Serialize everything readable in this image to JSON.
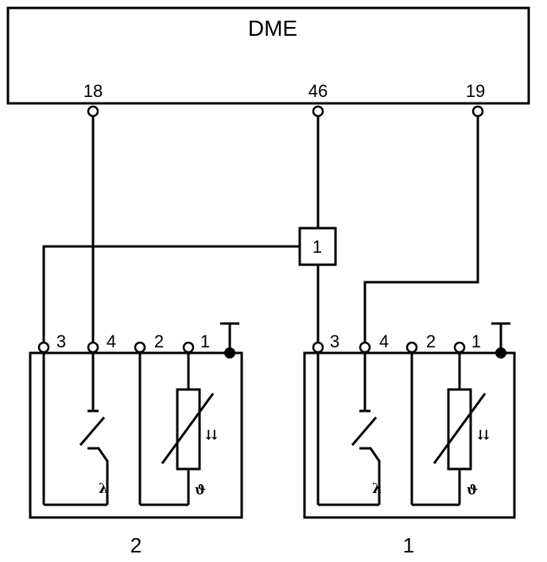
{
  "dme": {
    "title": "DME",
    "pins": [
      "18",
      "46",
      "19"
    ]
  },
  "junction": {
    "label": "1"
  },
  "sensor_left": {
    "label": "2",
    "pins": [
      "3",
      "4",
      "2",
      "1"
    ],
    "switch_symbol": "λ",
    "heater_symbol": "ϑ",
    "heater_arrows": "⇊"
  },
  "sensor_right": {
    "label": "1",
    "pins": [
      "3",
      "4",
      "2",
      "1"
    ],
    "switch_symbol": "λ",
    "heater_symbol": "ϑ",
    "heater_arrows": "⇊"
  }
}
